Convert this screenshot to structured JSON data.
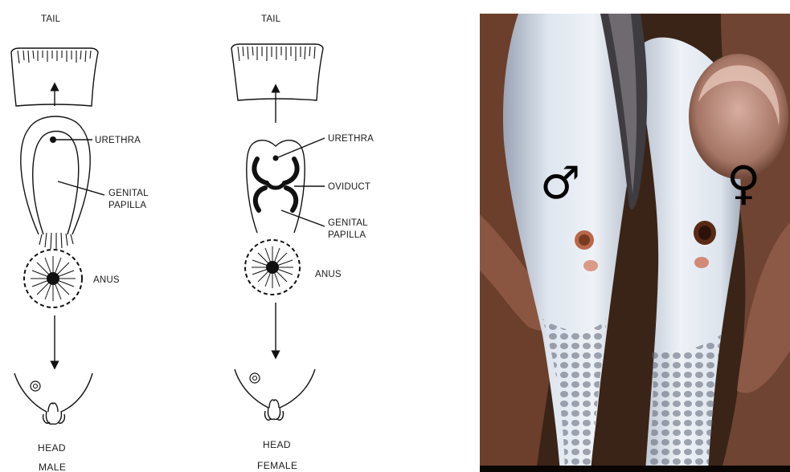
{
  "male_diagram": {
    "top_label": "TAIL",
    "urethra_label": "URETHRA",
    "papilla_label_line1": "GENITAL",
    "papilla_label_line2": "PAPILLA",
    "anus_label": "ANUS",
    "bottom_label": "HEAD",
    "caption": "MALE"
  },
  "female_diagram": {
    "top_label": "TAIL",
    "urethra_label": "URETHRA",
    "oviduct_label": "OVIDUCT",
    "papilla_label_line1": "GENITAL",
    "papilla_label_line2": "PAPILLA",
    "anus_label": "ANUS",
    "bottom_label": "HEAD",
    "caption": "FEMALE"
  },
  "photo": {
    "male_symbol": "♂",
    "female_symbol": "♀"
  }
}
